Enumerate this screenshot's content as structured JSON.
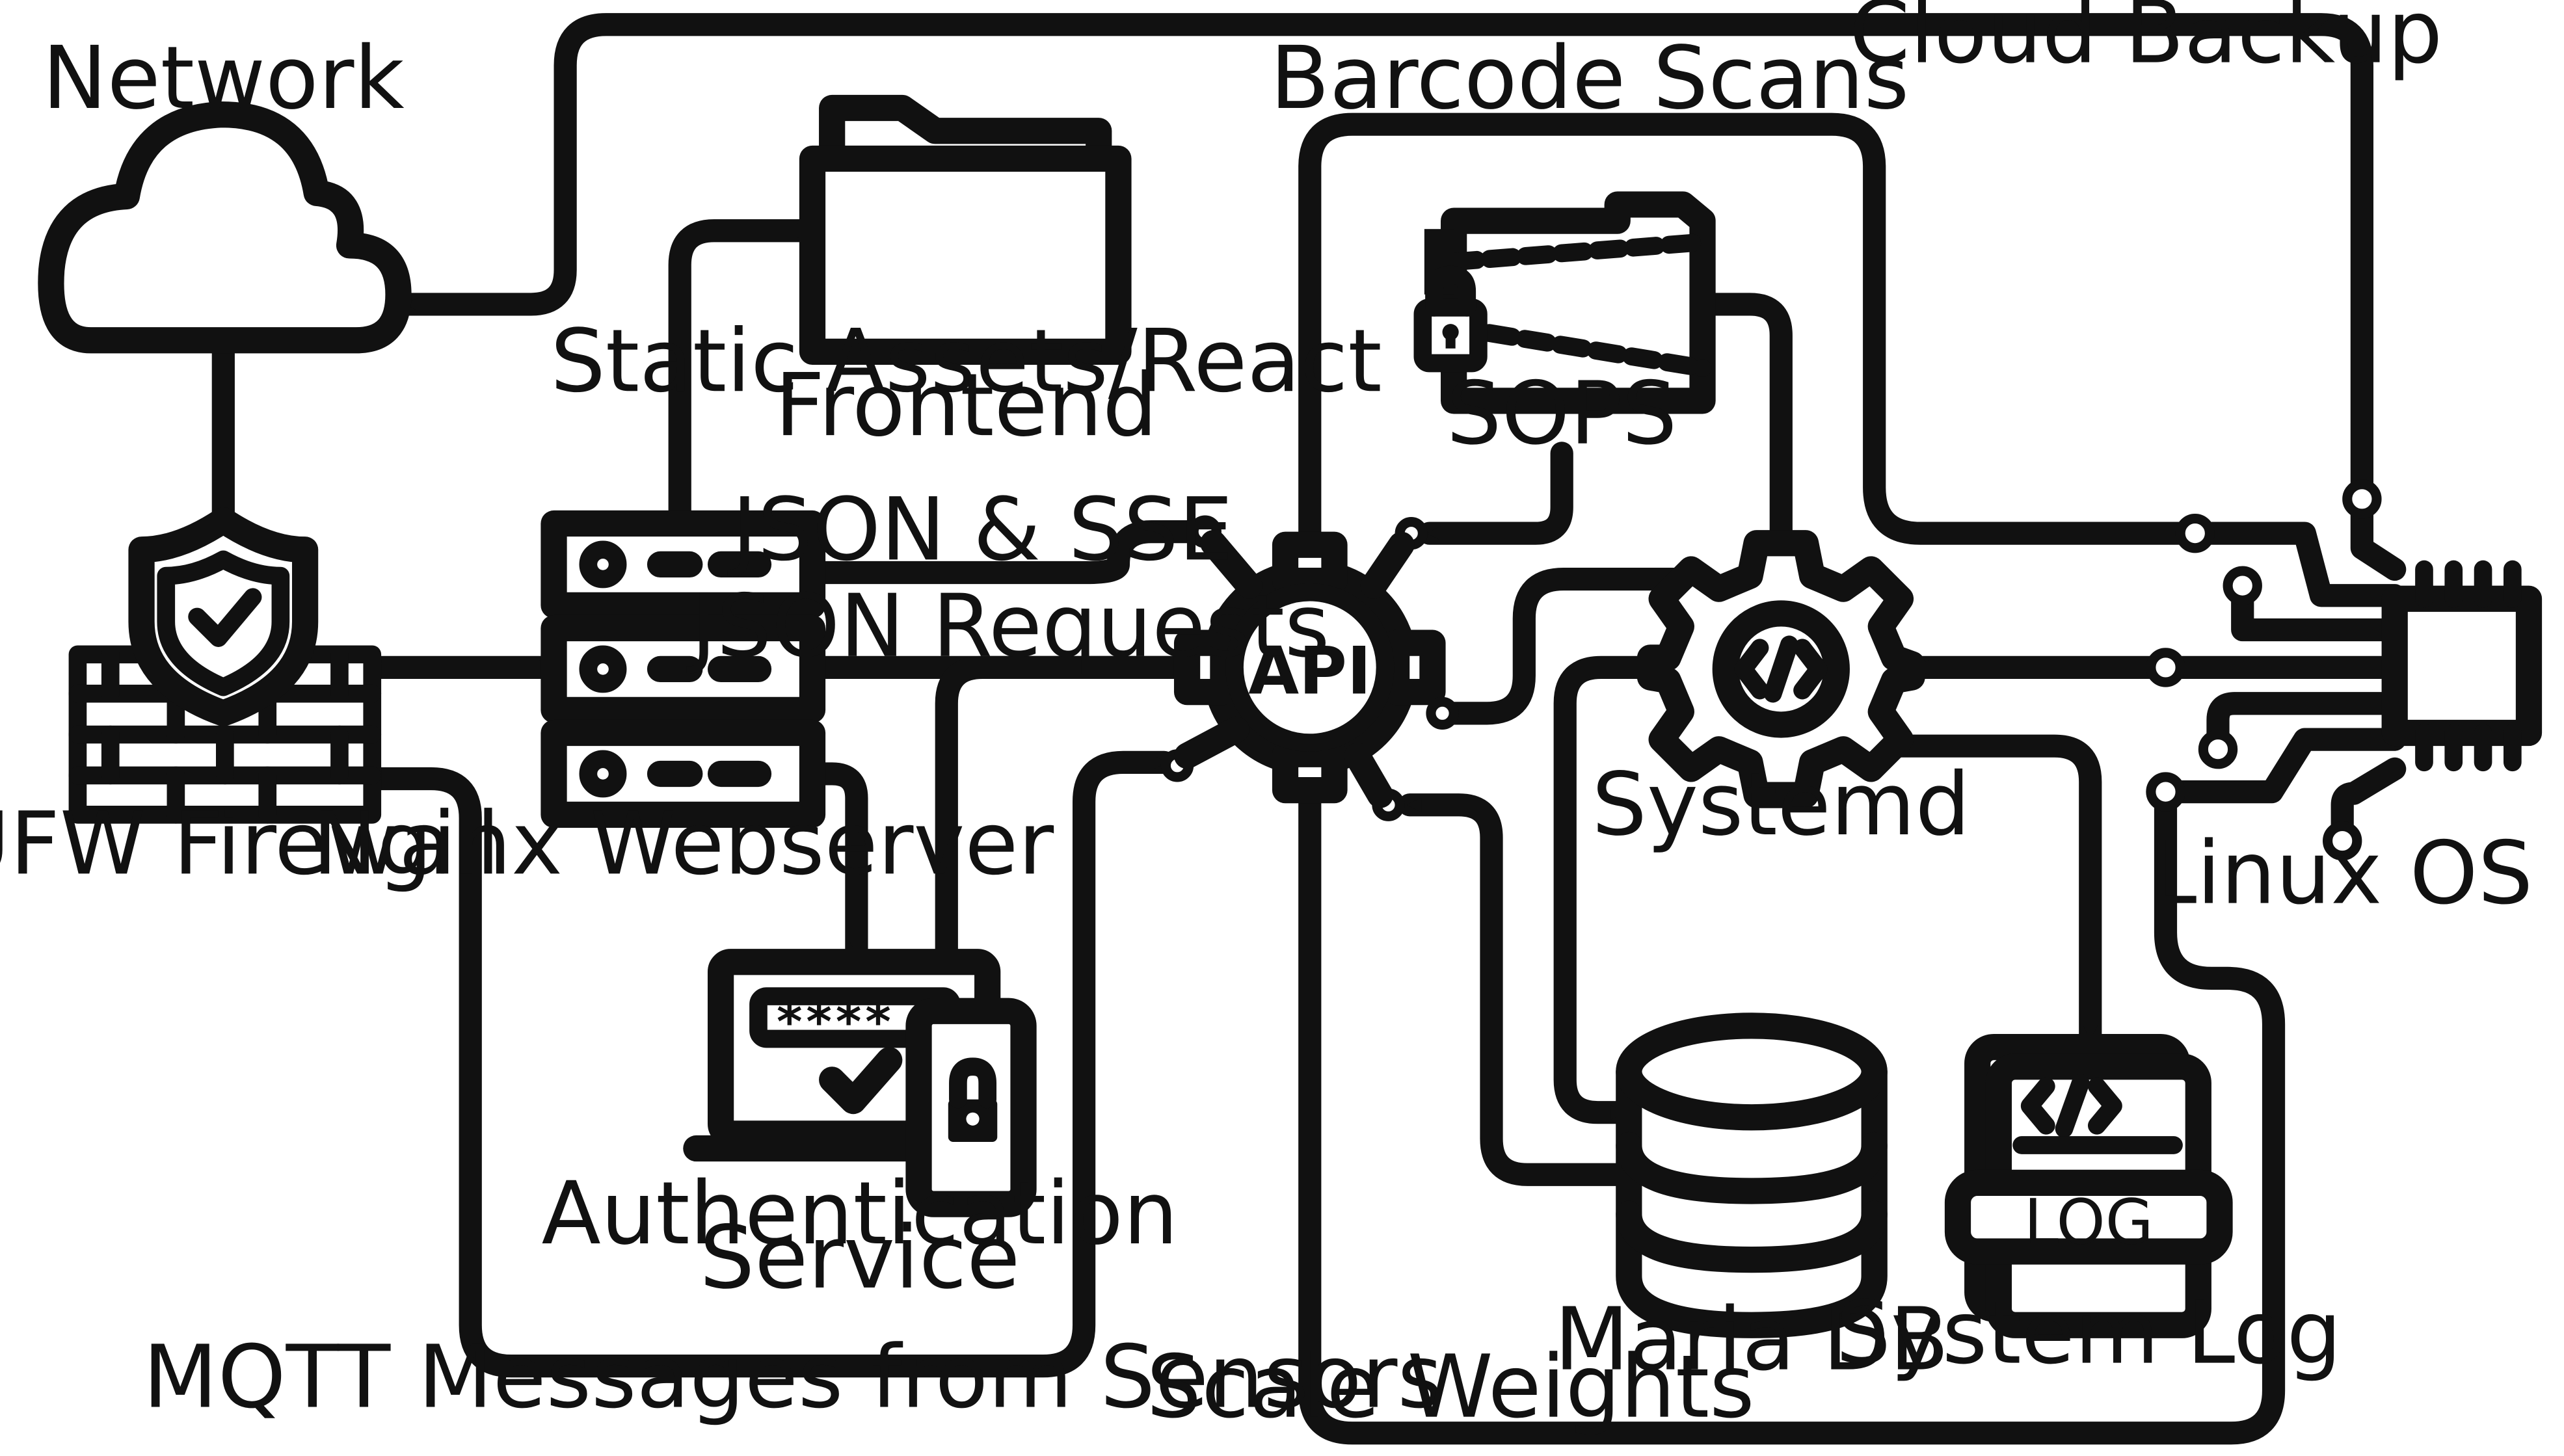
{
  "nodes": {
    "network": "Network",
    "firewall": "UFW Firewall",
    "nginx": "Nginx Webserver",
    "static_assets": [
      "Static Assets/React",
      "Frontend"
    ],
    "auth_service": [
      "Authentication",
      "Service"
    ],
    "api": "API",
    "sops": "SOPS",
    "systemd": "Systemd",
    "mariadb": "Maria DB",
    "system_log": "System Log",
    "log_badge": "LOG",
    "linux_os": "Linux OS"
  },
  "edges": {
    "cloud_backup": "Cloud Backup",
    "barcode_scans": "Barcode Scans",
    "json_sse": "JSON & SSE",
    "json_requests": "JSON Requests",
    "mqtt": "MQTT Messages from Sensors",
    "scale_weights": "Scale Weights"
  },
  "icon_names": [
    "cloud-icon",
    "shield-check-icon",
    "brick-wall-icon",
    "server-stack-icon",
    "folder-icon",
    "locked-folder-icon",
    "gear-api-icon",
    "gear-code-icon",
    "database-icon",
    "log-file-icon",
    "cpu-chip-icon",
    "laptop-password-icon",
    "phone-lock-icon"
  ],
  "colors": {
    "stroke": "#111111",
    "background": "#ffffff"
  }
}
